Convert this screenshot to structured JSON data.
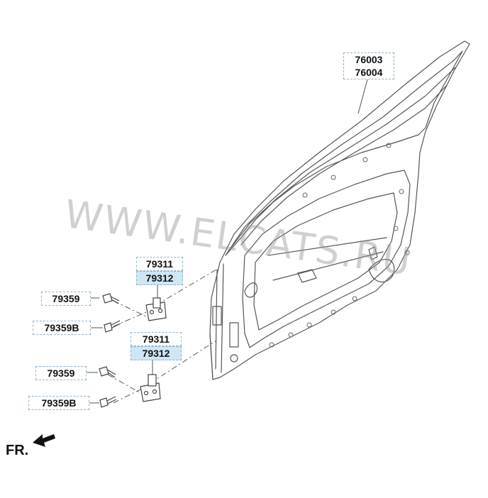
{
  "watermark": "WWW.ELCATS.RU",
  "labels": {
    "door_frame_a": "76003",
    "door_frame_b": "76004",
    "upper_hinge_a": "79311",
    "upper_hinge_b": "79312",
    "upper_bolt": "79359",
    "upper_bolt_b": "79359B",
    "lower_hinge_a": "79311",
    "lower_hinge_b": "79312",
    "lower_bolt": "79359",
    "lower_bolt_b": "79359B"
  },
  "direction": "FR.",
  "colors": {
    "highlight": "#cfe6f5",
    "line": "#5a5a5a",
    "label_border": "#8fb3c9"
  }
}
